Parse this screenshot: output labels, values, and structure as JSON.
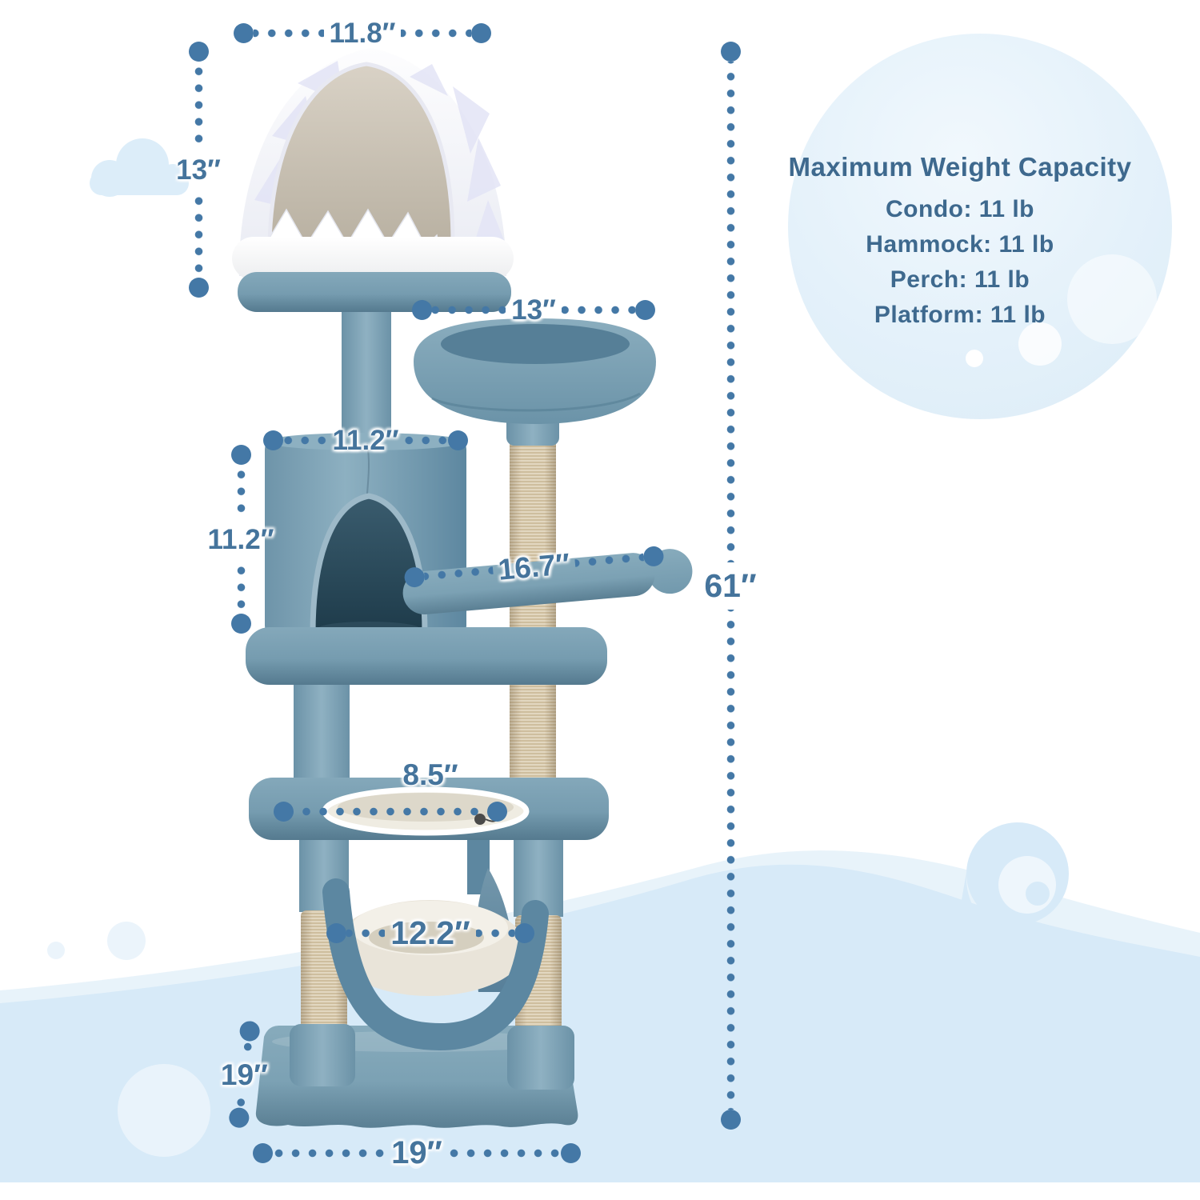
{
  "scene": {
    "description": "Cat tree product dimension diagram with shark-shaped condo",
    "units": "inches"
  },
  "dimensions": {
    "house_width": {
      "label": "11.8″",
      "part": "shark house width"
    },
    "house_height": {
      "label": "13″",
      "part": "shark house height"
    },
    "perch_width": {
      "label": "13″",
      "part": "perch width"
    },
    "condo_width": {
      "label": "11.2″",
      "part": "condo width"
    },
    "condo_height": {
      "label": "11.2″",
      "part": "condo height"
    },
    "platform_width": {
      "label": "16.7″",
      "part": "platform width"
    },
    "hole_width": {
      "label": "8.5″",
      "part": "platform hole width"
    },
    "hammock_width": {
      "label": "12.2″",
      "part": "hammock width"
    },
    "base_depth": {
      "label": "19″",
      "part": "base depth"
    },
    "base_width": {
      "label": "19″",
      "part": "base width"
    },
    "total_height": {
      "label": "61″",
      "part": "total height"
    }
  },
  "weight_capacity": {
    "title": "Maximum Weight Capacity",
    "items": [
      "Condo: 11 lb",
      "Hammock: 11 lb",
      "Perch: 11 lb",
      "Platform: 11 lb"
    ]
  },
  "colors": {
    "dimension_accent": "#4478a6",
    "dimension_text": "#45749c",
    "weight_text": "#3e698e",
    "plush_blue": "#7299ae",
    "sisal": "#e2d7c0",
    "wave_blue": "#d7eaf8"
  }
}
